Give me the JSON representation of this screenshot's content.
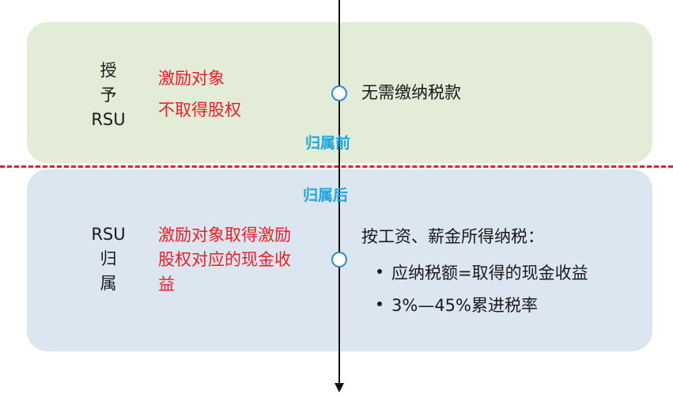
{
  "phases": {
    "before": "归属前",
    "after": "归属后"
  },
  "grant": {
    "stage_lines": [
      "授",
      "予",
      "RSU"
    ],
    "description": [
      "激励对象",
      "不取得股权"
    ],
    "tax": "无需缴纳税款"
  },
  "vest": {
    "stage_lines": [
      "RSU",
      "归",
      "属"
    ],
    "description": [
      "激励对象取得激励",
      "股权对应的现金收",
      "益"
    ],
    "tax_title": "按工资、薪金所得纳税：",
    "tax_bullets": [
      "应纳税额=取得的现金收益",
      "3%—45%累进税率"
    ]
  },
  "colors": {
    "accent_red": "#ee1c24",
    "phase_blue": "#1ea6e0",
    "panel_top": "#e2ecd6",
    "panel_bottom": "#dce6f1",
    "node_border": "#2e8bd7"
  }
}
